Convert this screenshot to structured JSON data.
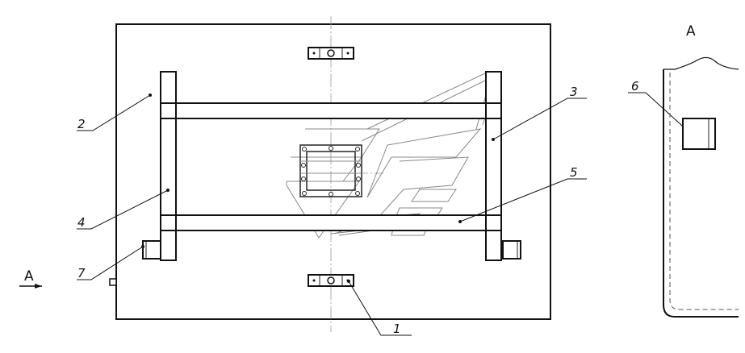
{
  "view_label": "A",
  "view_arrow_label": "A",
  "callouts": [
    {
      "id": "1",
      "text": "1"
    },
    {
      "id": "2",
      "text": "2"
    },
    {
      "id": "3",
      "text": "3"
    },
    {
      "id": "4",
      "text": "4"
    },
    {
      "id": "5",
      "text": "5"
    },
    {
      "id": "6",
      "text": "6"
    },
    {
      "id": "7",
      "text": "7"
    }
  ]
}
